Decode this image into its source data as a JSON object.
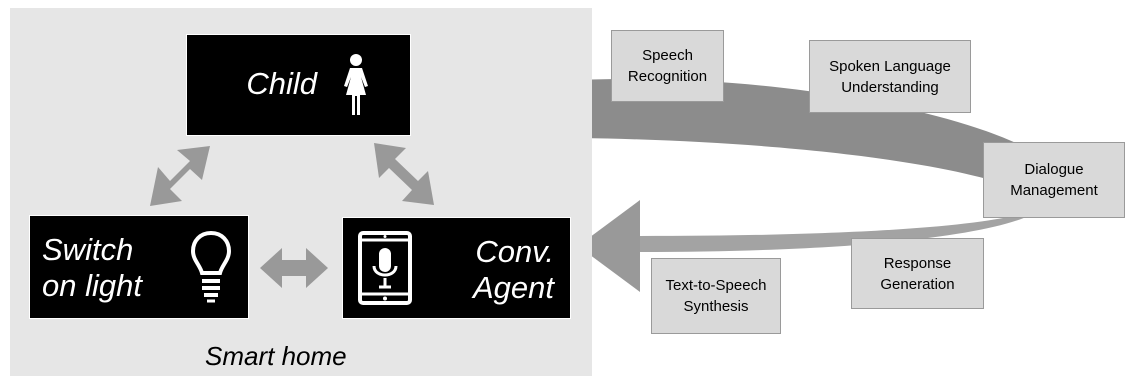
{
  "smart_home": {
    "caption": "Smart home",
    "child_label": "Child",
    "light_label": "Switch\non light",
    "agent_label": "Conv.\nAgent"
  },
  "pipeline": {
    "speech_recognition": "Speech\nRecognition",
    "spoken_language_understanding": "Spoken Language\nUnderstanding",
    "dialogue_management": "Dialogue\nManagement",
    "response_generation": "Response\nGeneration",
    "text_to_speech": "Text-to-Speech\nSynthesis"
  },
  "icons": {
    "child": "person-icon",
    "light": "lightbulb-icon",
    "agent": "tablet-microphone-icon"
  },
  "colors": {
    "panel": "#e6e6e6",
    "box": "#000000",
    "pipeline_box": "#d9d9d9",
    "arrow": "#999999",
    "loop": "#8f8f8f"
  }
}
